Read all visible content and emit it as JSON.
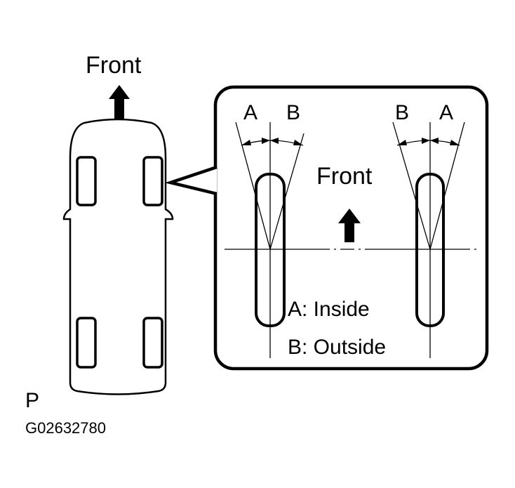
{
  "diagram": {
    "car_front_label": "Front",
    "detail_front_label": "Front",
    "left_wheel": {
      "label_left": "A",
      "label_right": "B"
    },
    "right_wheel": {
      "label_left": "B",
      "label_right": "A"
    },
    "legend": {
      "a": "A: Inside",
      "b": "B: Outside"
    },
    "corner_letter": "P",
    "figure_code": "G02632780"
  }
}
